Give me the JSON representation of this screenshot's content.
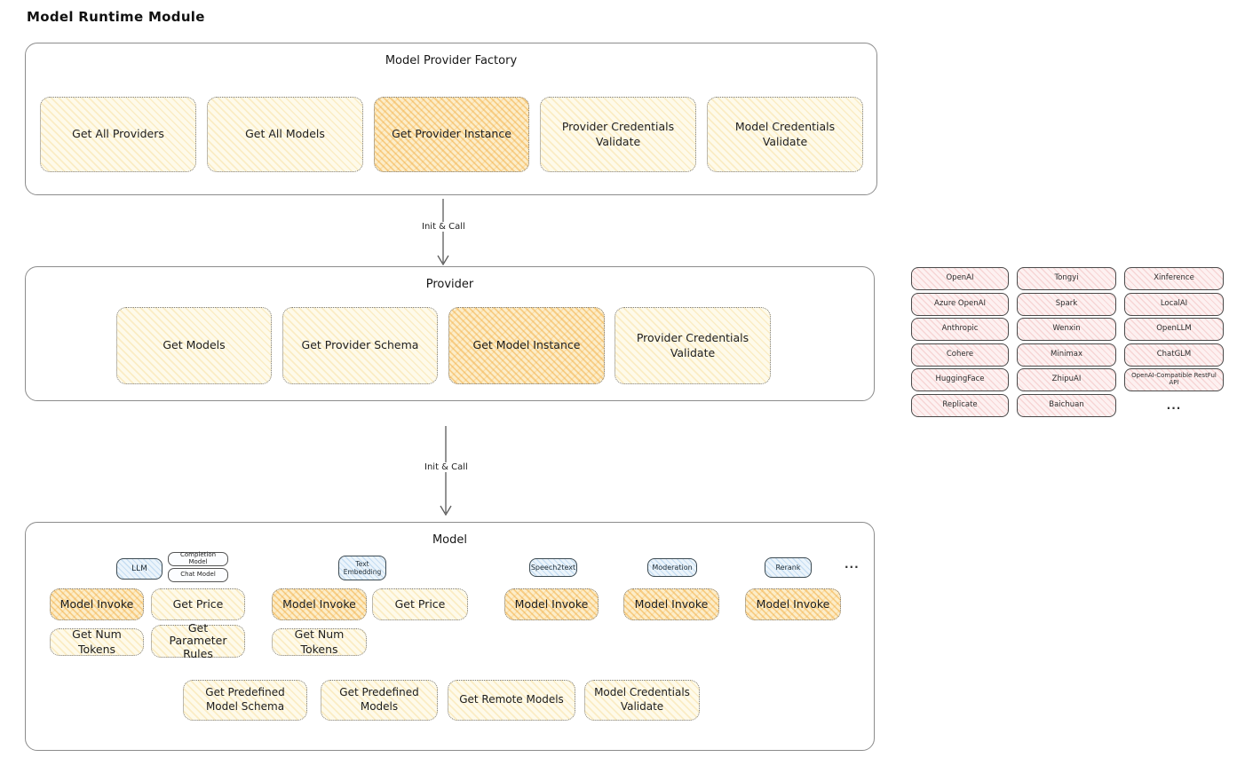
{
  "title": "Model Runtime Module",
  "arrow_label": "Init & Call",
  "factory": {
    "title": "Model Provider Factory",
    "boxes": [
      {
        "label": "Get All Providers",
        "variant": "cream"
      },
      {
        "label": "Get All Models",
        "variant": "cream"
      },
      {
        "label": "Get Provider Instance",
        "variant": "orange"
      },
      {
        "label": "Provider Credentials Validate",
        "variant": "cream"
      },
      {
        "label": "Model Credentials Validate",
        "variant": "cream"
      }
    ]
  },
  "provider": {
    "title": "Provider",
    "boxes": [
      {
        "label": "Get Models",
        "variant": "cream"
      },
      {
        "label": "Get Provider Schema",
        "variant": "cream"
      },
      {
        "label": "Get Model Instance",
        "variant": "orange"
      },
      {
        "label": "Provider Credentials Validate",
        "variant": "cream"
      }
    ]
  },
  "provider_list": {
    "col1": [
      "OpenAI",
      "Azure OpenAI",
      "Anthropic",
      "Cohere",
      "HuggingFace",
      "Replicate"
    ],
    "col2": [
      "Tongyi",
      "Spark",
      "Wenxin",
      "Minimax",
      "ZhipuAI",
      "Baichuan"
    ],
    "col3": [
      "Xinference",
      "LocalAI",
      "OpenLLM",
      "ChatGLM",
      "OpenAI-Compatible RestFul API"
    ],
    "more": "..."
  },
  "model": {
    "title": "Model",
    "tags": {
      "llm": "LLM",
      "completion": "Completion Model",
      "chat": "Chat Model",
      "text_embedding": "Text Embedding",
      "speech2text": "Speech2text",
      "moderation": "Moderation",
      "rerank": "Rerank",
      "more": "..."
    },
    "ops": {
      "model_invoke": "Model Invoke",
      "get_price": "Get Price",
      "get_num_tokens": "Get Num Tokens",
      "get_parameter_rules": "Get Parameter Rules",
      "get_predefined_model_schema": "Get Predefined Model Schema",
      "get_predefined_models": "Get Predefined Models",
      "get_remote_models": "Get Remote Models",
      "model_credentials_validate": "Model Credentials Validate"
    }
  },
  "colors": {
    "cream_fill": "#fefaea",
    "orange_fill": "#fcedc9",
    "pink_fill": "#fdf1f1",
    "blue_fill": "#ebf4fb",
    "frame_stroke": "#8c8c8c",
    "text": "#1e1e1e"
  }
}
